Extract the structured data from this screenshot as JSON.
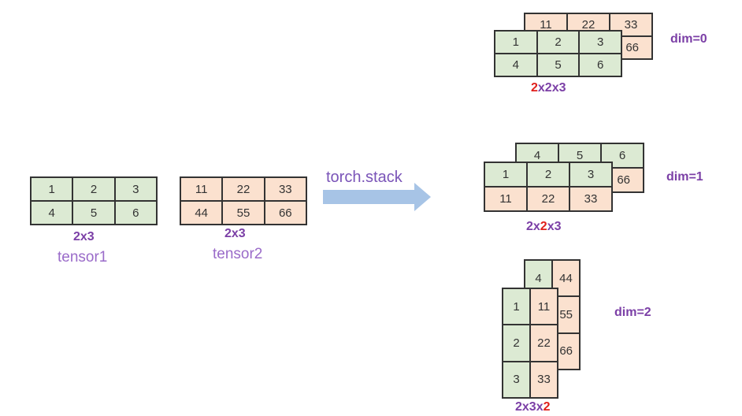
{
  "tensor1": {
    "rows": [
      [
        "1",
        "2",
        "3"
      ],
      [
        "4",
        "5",
        "6"
      ]
    ],
    "shape": "2x3",
    "name": "tensor1"
  },
  "tensor2": {
    "rows": [
      [
        "11",
        "22",
        "33"
      ],
      [
        "44",
        "55",
        "66"
      ]
    ],
    "shape": "2x3",
    "name": "tensor2"
  },
  "operation": "torch.stack",
  "dim0": {
    "label": "dim=0",
    "back": [
      [
        "11",
        "22",
        "33"
      ],
      [
        "",
        "",
        "66"
      ]
    ],
    "front": [
      [
        "1",
        "2",
        "3"
      ],
      [
        "4",
        "5",
        "6"
      ]
    ],
    "shape_parts": [
      "2",
      "x2x3"
    ]
  },
  "dim1": {
    "label": "dim=1",
    "back": [
      [
        "4",
        "5",
        "6"
      ],
      [
        "",
        "",
        "66"
      ]
    ],
    "front": [
      [
        "1",
        "2",
        "3"
      ],
      [
        "11",
        "22",
        "33"
      ]
    ],
    "shape_parts": [
      "2x",
      "2",
      "x3"
    ]
  },
  "dim2": {
    "label": "dim=2",
    "back": [
      [
        "4",
        "44"
      ],
      [
        "",
        "55"
      ],
      [
        "",
        "66"
      ]
    ],
    "front": [
      [
        "1",
        "11"
      ],
      [
        "2",
        "22"
      ],
      [
        "3",
        "33"
      ]
    ],
    "shape_parts": [
      "2x3x",
      "2"
    ]
  },
  "colors": {
    "green": "#dcead3",
    "peach": "#fbe1cf",
    "purple": "#7b3fa6",
    "red": "#e0201b",
    "arrow": "#a7c4e6"
  }
}
